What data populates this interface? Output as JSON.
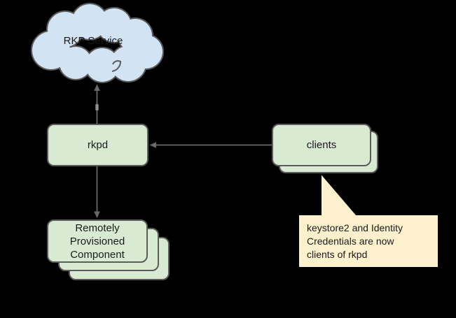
{
  "background": "#000000",
  "colors": {
    "cloud_fill": "#d2e3f3",
    "node_fill": "#d9ead3",
    "callout_fill": "#fdf1cd",
    "shape_stroke": "#5b5b5b",
    "connector": "#696969",
    "text": "#1a1a1a"
  },
  "nodes": {
    "rkp_service": {
      "type": "cloud",
      "label": "RKP Service"
    },
    "rkpd": {
      "type": "rounded-box",
      "label": "rkpd"
    },
    "clients": {
      "type": "stacked-rounded-box",
      "stack_count": 2,
      "label": "clients"
    },
    "rpc": {
      "type": "stacked-rounded-box",
      "stack_count": 3,
      "label": "Remotely Provisioned Component",
      "lines": [
        "Remotely",
        "Provisioned",
        "Component"
      ]
    }
  },
  "callout": {
    "text": "keystore2 and Identity Credentials are now clients of rkpd",
    "lines": [
      "keystore2 and Identity",
      "Credentials are now",
      "clients of rkpd"
    ],
    "points_to": "clients"
  },
  "edges": [
    {
      "from": "rkpd",
      "to": "RKP Service",
      "arrow": "up"
    },
    {
      "from": "clients",
      "to": "rkpd",
      "arrow": "left"
    },
    {
      "from": "rkpd",
      "to": "Remotely Provisioned Component",
      "arrow": "down"
    }
  ]
}
